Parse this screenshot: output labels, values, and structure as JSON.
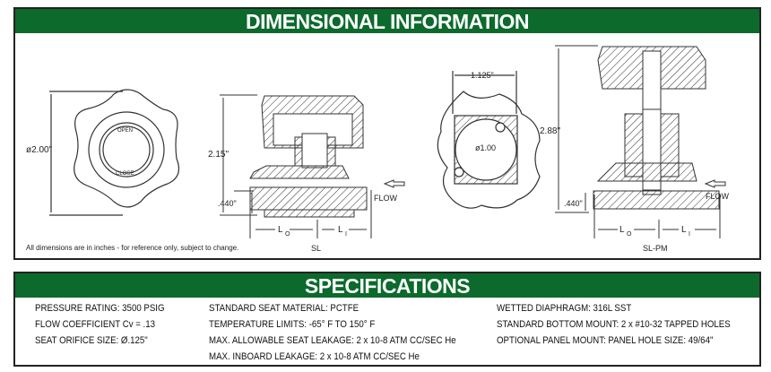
{
  "dimensional": {
    "title": "DIMENSIONAL INFORMATION",
    "note": "All dimensions are in inches - for reference only, subject to change.",
    "knob_diameter": "ø2.00\"",
    "knob_open": "OPEN",
    "knob_close": "CLOSE",
    "sl_height": "2.15\"",
    "sl_base": ".440\"",
    "flow": "FLOW",
    "lo": "L",
    "lo_sub": "O",
    "li": "L",
    "li_sub": "I",
    "sl_label": "SL",
    "pm_width": "1.125\"",
    "pm_hole": "ø1.00",
    "pm_height": "2.88\"",
    "pm_base": ".440\"",
    "pm_label": "SL-PM"
  },
  "specifications": {
    "title": "SPECIFICATIONS",
    "columns": [
      [
        "PRESSURE RATING:  3500 PSIG",
        "FLOW COEFFICIENT Cv = .13",
        "SEAT ORIFICE SIZE:  Ø.125\""
      ],
      [
        "STANDARD SEAT MATERIAL:  PCTFE",
        "TEMPERATURE LIMITS:  -65° F TO 150° F",
        "MAX. ALLOWABLE SEAT LEAKAGE:  2 x 10-8 ATM CC/SEC He",
        "MAX. INBOARD LEAKAGE:  2 x 10-8 ATM CC/SEC He"
      ],
      [
        "WETTED DIAPHRAGM:  316L SST",
        "STANDARD BOTTOM MOUNT:  2 x #10-32 TAPPED HOLES",
        "OPTIONAL PANEL MOUNT:  PANEL HOLE SIZE:  49/64\""
      ]
    ]
  }
}
